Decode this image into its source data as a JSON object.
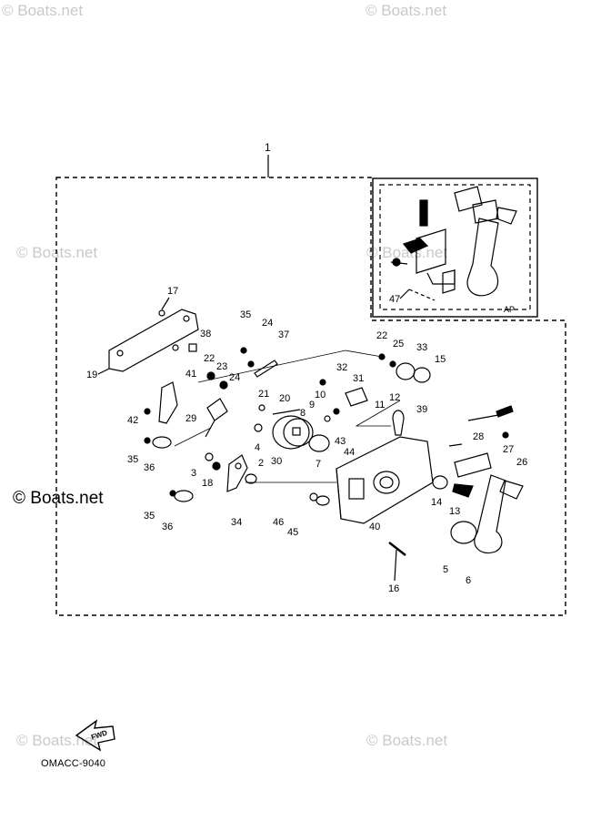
{
  "watermarks": [
    "© Boats.net",
    "© Boats.net",
    "© Boats.net",
    "© Boats.net",
    "© Boats.net",
    "© Boats.net",
    "© Boats.net"
  ],
  "main_label": "1",
  "inset_label": "AP",
  "drawing_code": "OMACC-9040",
  "fwd_label": "FWD",
  "part_labels": {
    "p2": "2",
    "p3": "3",
    "p4": "4",
    "p5": "5",
    "p6": "6",
    "p7": "7",
    "p8": "8",
    "p9": "9",
    "p10": "10",
    "p11": "11",
    "p12": "12",
    "p13": "13",
    "p14": "14",
    "p15": "15",
    "p16": "16",
    "p17": "17",
    "p18": "18",
    "p19": "19",
    "p20": "20",
    "p21": "21",
    "p22a": "22",
    "p22b": "22",
    "p23": "23",
    "p24a": "24",
    "p24b": "24",
    "p25": "25",
    "p26": "26",
    "p27": "27",
    "p28": "28",
    "p29": "29",
    "p30": "30",
    "p31": "31",
    "p32": "32",
    "p33": "33",
    "p34": "34",
    "p35a": "35",
    "p35b": "35",
    "p35c": "35",
    "p36a": "36",
    "p36b": "36",
    "p37": "37",
    "p38": "38",
    "p39": "39",
    "p40": "40",
    "p41": "41",
    "p42": "42",
    "p43": "43",
    "p44": "44",
    "p45": "45",
    "p46": "46",
    "p47": "47"
  }
}
